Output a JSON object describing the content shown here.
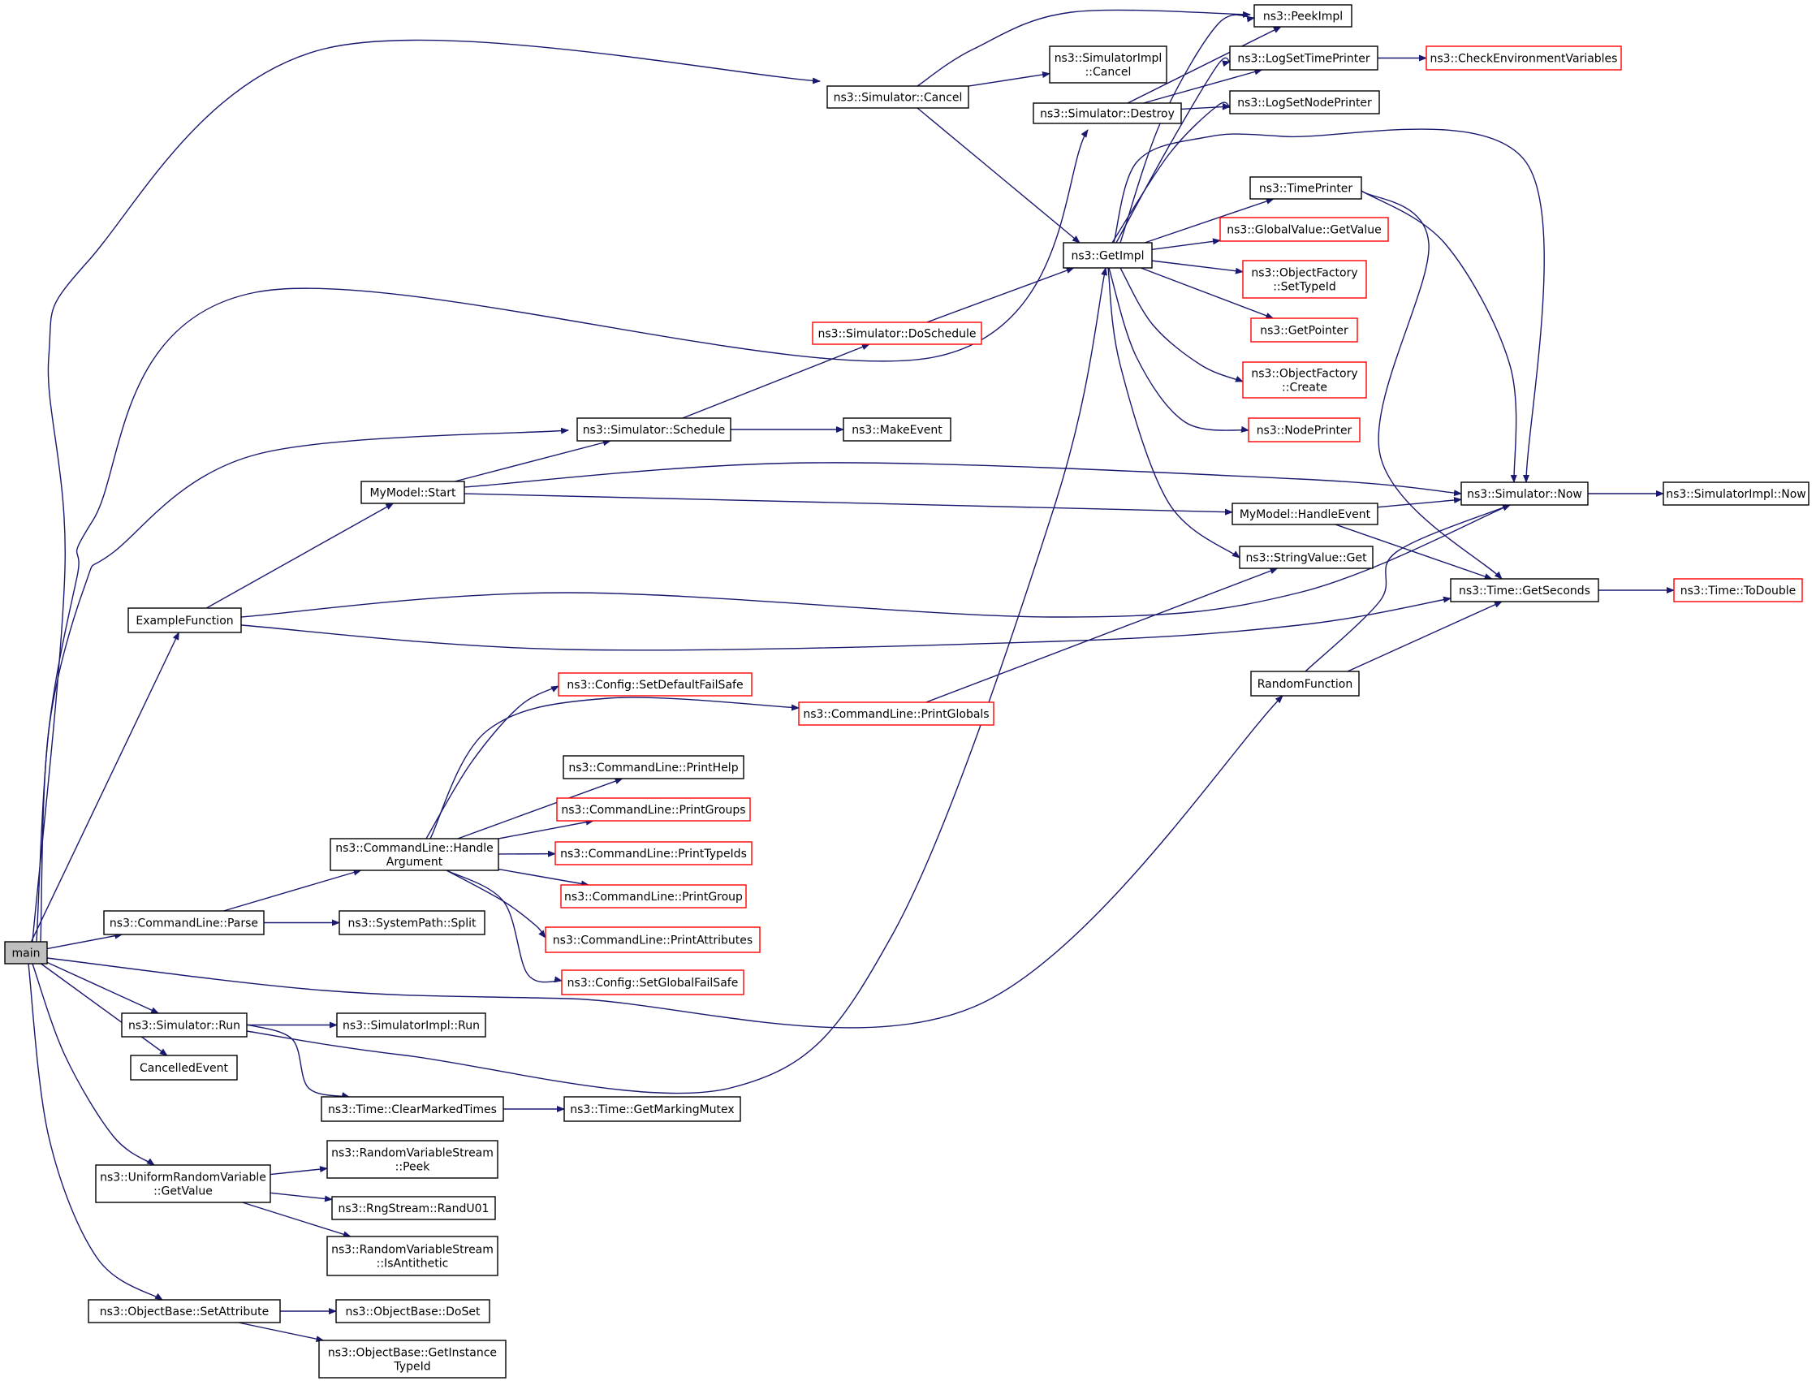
{
  "colors": {
    "edge": "#191970",
    "border_normal": "#000000",
    "border_truncated": "#ff0000",
    "root_fill": "#bfbfbf",
    "node_fill": "#ffffff"
  },
  "nodes": [
    {
      "id": "main",
      "lines": [
        "main"
      ],
      "style": "root"
    },
    {
      "id": "sim_cancel",
      "lines": [
        "ns3::Simulator::Cancel"
      ],
      "style": "normal"
    },
    {
      "id": "simimpl_cancel",
      "lines": [
        "ns3::SimulatorImpl",
        "::Cancel"
      ],
      "style": "normal"
    },
    {
      "id": "peekimpl",
      "lines": [
        "ns3::PeekImpl"
      ],
      "style": "normal"
    },
    {
      "id": "logsettimeprinter",
      "lines": [
        "ns3::LogSetTimePrinter"
      ],
      "style": "normal"
    },
    {
      "id": "checkenv",
      "lines": [
        "ns3::CheckEnvironmentVariables"
      ],
      "style": "truncated"
    },
    {
      "id": "sim_destroy",
      "lines": [
        "ns3::Simulator::Destroy"
      ],
      "style": "normal"
    },
    {
      "id": "logsetnodeprinter",
      "lines": [
        "ns3::LogSetNodePrinter"
      ],
      "style": "normal"
    },
    {
      "id": "timeprinter",
      "lines": [
        "ns3::TimePrinter"
      ],
      "style": "normal"
    },
    {
      "id": "getimpl",
      "lines": [
        "ns3::GetImpl"
      ],
      "style": "normal"
    },
    {
      "id": "gv_getvalue",
      "lines": [
        "ns3::GlobalValue::GetValue"
      ],
      "style": "truncated"
    },
    {
      "id": "of_settypeid",
      "lines": [
        "ns3::ObjectFactory",
        "::SetTypeId"
      ],
      "style": "truncated"
    },
    {
      "id": "getpointer",
      "lines": [
        "ns3::GetPointer"
      ],
      "style": "truncated"
    },
    {
      "id": "of_create",
      "lines": [
        "ns3::ObjectFactory",
        "::Create"
      ],
      "style": "truncated"
    },
    {
      "id": "nodeprinter",
      "lines": [
        "ns3::NodePrinter"
      ],
      "style": "truncated"
    },
    {
      "id": "sim_doschedule",
      "lines": [
        "ns3::Simulator::DoSchedule"
      ],
      "style": "truncated"
    },
    {
      "id": "sim_schedule",
      "lines": [
        "ns3::Simulator::Schedule"
      ],
      "style": "normal"
    },
    {
      "id": "makeevent",
      "lines": [
        "ns3::MakeEvent"
      ],
      "style": "normal"
    },
    {
      "id": "mymodel_start",
      "lines": [
        "MyModel::Start"
      ],
      "style": "normal"
    },
    {
      "id": "sim_now",
      "lines": [
        "ns3::Simulator::Now"
      ],
      "style": "normal"
    },
    {
      "id": "simimpl_now",
      "lines": [
        "ns3::SimulatorImpl::Now"
      ],
      "style": "normal"
    },
    {
      "id": "mymodel_handleevent",
      "lines": [
        "MyModel::HandleEvent"
      ],
      "style": "normal"
    },
    {
      "id": "stringvalue_get",
      "lines": [
        "ns3::StringValue::Get"
      ],
      "style": "normal"
    },
    {
      "id": "time_getseconds",
      "lines": [
        "ns3::Time::GetSeconds"
      ],
      "style": "normal"
    },
    {
      "id": "time_todouble",
      "lines": [
        "ns3::Time::ToDouble"
      ],
      "style": "truncated"
    },
    {
      "id": "examplefunction",
      "lines": [
        "ExampleFunction"
      ],
      "style": "normal"
    },
    {
      "id": "randomfunction",
      "lines": [
        "RandomFunction"
      ],
      "style": "normal"
    },
    {
      "id": "cfg_setdefaultfailsafe",
      "lines": [
        "ns3::Config::SetDefaultFailSafe"
      ],
      "style": "truncated"
    },
    {
      "id": "cl_printglobals",
      "lines": [
        "ns3::CommandLine::PrintGlobals"
      ],
      "style": "truncated"
    },
    {
      "id": "cl_printhelp",
      "lines": [
        "ns3::CommandLine::PrintHelp"
      ],
      "style": "normal"
    },
    {
      "id": "cl_printgroups",
      "lines": [
        "ns3::CommandLine::PrintGroups"
      ],
      "style": "truncated"
    },
    {
      "id": "cl_handleargument",
      "lines": [
        "ns3::CommandLine::Handle",
        "Argument"
      ],
      "style": "normal"
    },
    {
      "id": "cl_printtypeids",
      "lines": [
        "ns3::CommandLine::PrintTypeIds"
      ],
      "style": "truncated"
    },
    {
      "id": "cl_printgroup",
      "lines": [
        "ns3::CommandLine::PrintGroup"
      ],
      "style": "truncated"
    },
    {
      "id": "cl_parse",
      "lines": [
        "ns3::CommandLine::Parse"
      ],
      "style": "normal"
    },
    {
      "id": "systempath_split",
      "lines": [
        "ns3::SystemPath::Split"
      ],
      "style": "normal"
    },
    {
      "id": "cl_printattributes",
      "lines": [
        "ns3::CommandLine::PrintAttributes"
      ],
      "style": "truncated"
    },
    {
      "id": "cfg_setglobalfailsafe",
      "lines": [
        "ns3::Config::SetGlobalFailSafe"
      ],
      "style": "truncated"
    },
    {
      "id": "sim_run",
      "lines": [
        "ns3::Simulator::Run"
      ],
      "style": "normal"
    },
    {
      "id": "simimpl_run",
      "lines": [
        "ns3::SimulatorImpl::Run"
      ],
      "style": "normal"
    },
    {
      "id": "cancelledevent",
      "lines": [
        "CancelledEvent"
      ],
      "style": "normal"
    },
    {
      "id": "time_clearmarkedtimes",
      "lines": [
        "ns3::Time::ClearMarkedTimes"
      ],
      "style": "normal"
    },
    {
      "id": "time_getmarkingmutex",
      "lines": [
        "ns3::Time::GetMarkingMutex"
      ],
      "style": "normal"
    },
    {
      "id": "rvs_peek",
      "lines": [
        "ns3::RandomVariableStream",
        "::Peek"
      ],
      "style": "normal"
    },
    {
      "id": "urv_getvalue",
      "lines": [
        "ns3::UniformRandomVariable",
        "::GetValue"
      ],
      "style": "normal"
    },
    {
      "id": "rngstream_randu01",
      "lines": [
        "ns3::RngStream::RandU01"
      ],
      "style": "normal"
    },
    {
      "id": "rvs_isantithetic",
      "lines": [
        "ns3::RandomVariableStream",
        "::IsAntithetic"
      ],
      "style": "normal"
    },
    {
      "id": "ob_setattribute",
      "lines": [
        "ns3::ObjectBase::SetAttribute"
      ],
      "style": "normal"
    },
    {
      "id": "ob_doset",
      "lines": [
        "ns3::ObjectBase::DoSet"
      ],
      "style": "normal"
    },
    {
      "id": "ob_getinstancetypeid",
      "lines": [
        "ns3::ObjectBase::GetInstance",
        "TypeId"
      ],
      "style": "normal"
    }
  ],
  "edges": [
    [
      "main",
      "sim_cancel"
    ],
    [
      "main",
      "sim_destroy"
    ],
    [
      "main",
      "sim_schedule"
    ],
    [
      "main",
      "examplefunction"
    ],
    [
      "main",
      "cl_parse"
    ],
    [
      "main",
      "randomfunction"
    ],
    [
      "main",
      "sim_run"
    ],
    [
      "main",
      "cancelledevent"
    ],
    [
      "main",
      "urv_getvalue"
    ],
    [
      "main",
      "ob_setattribute"
    ],
    [
      "sim_cancel",
      "simimpl_cancel"
    ],
    [
      "sim_cancel",
      "peekimpl"
    ],
    [
      "sim_cancel",
      "getimpl"
    ],
    [
      "sim_destroy",
      "peekimpl"
    ],
    [
      "sim_destroy",
      "logsettimeprinter"
    ],
    [
      "sim_destroy",
      "logsetnodeprinter"
    ],
    [
      "logsettimeprinter",
      "checkenv"
    ],
    [
      "getimpl",
      "peekimpl"
    ],
    [
      "getimpl",
      "logsettimeprinter"
    ],
    [
      "getimpl",
      "logsetnodeprinter"
    ],
    [
      "getimpl",
      "timeprinter"
    ],
    [
      "getimpl",
      "sim_now"
    ],
    [
      "getimpl",
      "gv_getvalue"
    ],
    [
      "getimpl",
      "of_settypeid"
    ],
    [
      "getimpl",
      "getpointer"
    ],
    [
      "getimpl",
      "of_create"
    ],
    [
      "getimpl",
      "nodeprinter"
    ],
    [
      "getimpl",
      "stringvalue_get"
    ],
    [
      "timeprinter",
      "sim_now"
    ],
    [
      "timeprinter",
      "time_getseconds"
    ],
    [
      "sim_doschedule",
      "getimpl"
    ],
    [
      "sim_schedule",
      "sim_doschedule"
    ],
    [
      "sim_schedule",
      "makeevent"
    ],
    [
      "mymodel_start",
      "sim_schedule"
    ],
    [
      "mymodel_start",
      "sim_now"
    ],
    [
      "mymodel_start",
      "mymodel_handleevent"
    ],
    [
      "sim_now",
      "simimpl_now"
    ],
    [
      "mymodel_handleevent",
      "sim_now"
    ],
    [
      "mymodel_handleevent",
      "time_getseconds"
    ],
    [
      "time_getseconds",
      "time_todouble"
    ],
    [
      "examplefunction",
      "mymodel_start"
    ],
    [
      "examplefunction",
      "sim_now"
    ],
    [
      "examplefunction",
      "time_getseconds"
    ],
    [
      "randomfunction",
      "sim_now"
    ],
    [
      "randomfunction",
      "time_getseconds"
    ],
    [
      "cl_parse",
      "cl_handleargument"
    ],
    [
      "cl_parse",
      "systempath_split"
    ],
    [
      "cl_handleargument",
      "cfg_setdefaultfailsafe"
    ],
    [
      "cl_handleargument",
      "cl_printglobals"
    ],
    [
      "cl_handleargument",
      "cl_printhelp"
    ],
    [
      "cl_handleargument",
      "cl_printgroups"
    ],
    [
      "cl_handleargument",
      "cl_printtypeids"
    ],
    [
      "cl_handleargument",
      "cl_printgroup"
    ],
    [
      "cl_handleargument",
      "cl_printattributes"
    ],
    [
      "cl_handleargument",
      "cfg_setglobalfailsafe"
    ],
    [
      "cl_printglobals",
      "stringvalue_get"
    ],
    [
      "sim_run",
      "simimpl_run"
    ],
    [
      "sim_run",
      "time_clearmarkedtimes"
    ],
    [
      "sim_run",
      "getimpl"
    ],
    [
      "time_clearmarkedtimes",
      "time_getmarkingmutex"
    ],
    [
      "urv_getvalue",
      "rvs_peek"
    ],
    [
      "urv_getvalue",
      "rngstream_randu01"
    ],
    [
      "urv_getvalue",
      "rvs_isantithetic"
    ],
    [
      "ob_setattribute",
      "ob_doset"
    ],
    [
      "ob_setattribute",
      "ob_getinstancetypeid"
    ]
  ]
}
